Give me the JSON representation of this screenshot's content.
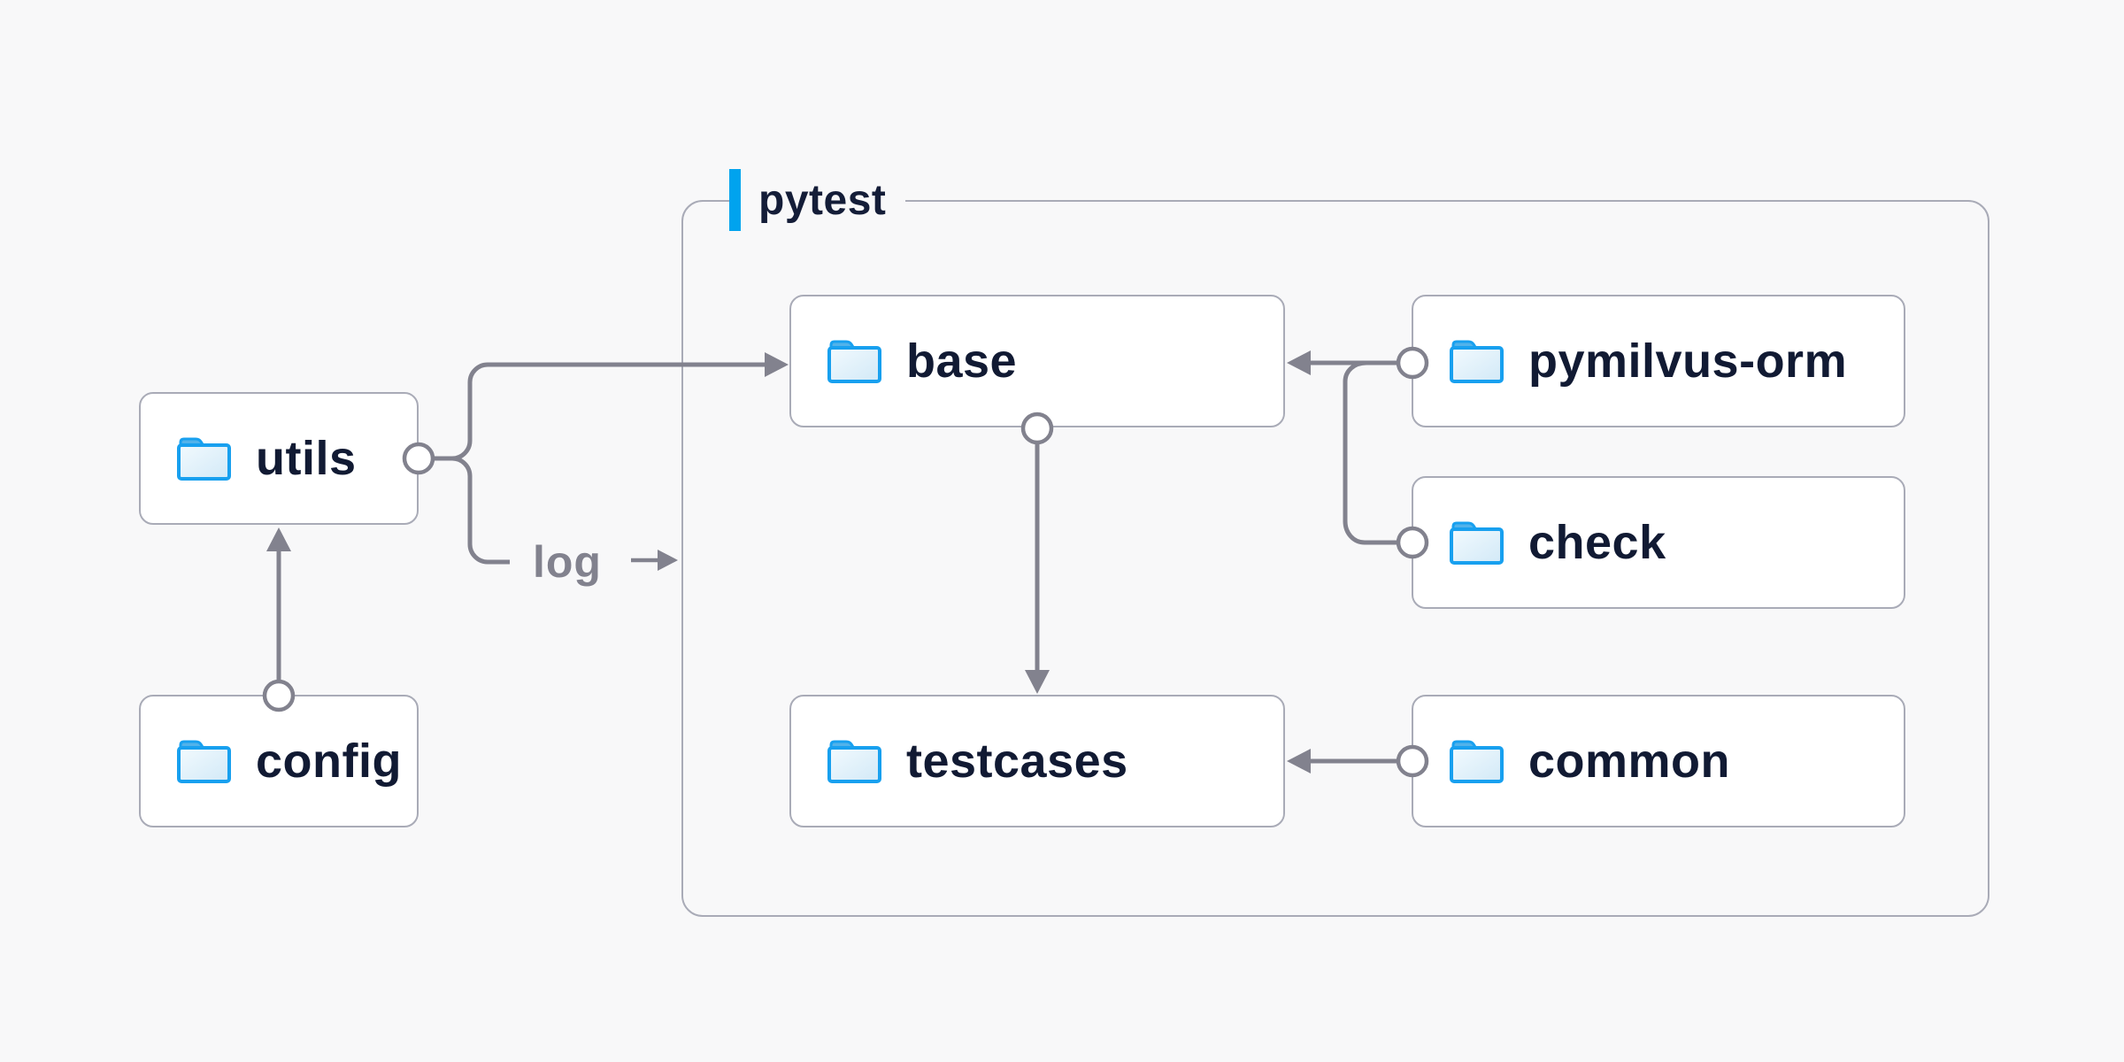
{
  "diagram": {
    "group": {
      "label": "pytest"
    },
    "log_label": "log",
    "nodes": [
      {
        "id": "utils",
        "label": "utils",
        "icon": "folder-icon"
      },
      {
        "id": "config",
        "label": "config",
        "icon": "folder-icon"
      },
      {
        "id": "base",
        "label": "base",
        "icon": "folder-icon"
      },
      {
        "id": "pymilvus-orm",
        "label": "pymilvus-orm",
        "icon": "folder-icon"
      },
      {
        "id": "check",
        "label": "check",
        "icon": "folder-icon"
      },
      {
        "id": "testcases",
        "label": "testcases",
        "icon": "folder-icon"
      },
      {
        "id": "common",
        "label": "common",
        "icon": "folder-icon"
      }
    ],
    "edges": [
      {
        "from": "config",
        "to": "utils"
      },
      {
        "from": "utils",
        "to": "base"
      },
      {
        "from": "utils",
        "to": "log"
      },
      {
        "from": "base",
        "to": "testcases"
      },
      {
        "from": "pymilvus-orm",
        "to": "base"
      },
      {
        "from": "check",
        "to": "base"
      },
      {
        "from": "common",
        "to": "testcases"
      }
    ],
    "colors": {
      "background": "#f8f8f9",
      "node_fill": "#ffffff",
      "node_border": "#a9abb7",
      "node_text": "#111a33",
      "connector": "#82828e",
      "accent_blue": "#00a3ee",
      "folder_outline": "#18a0ef",
      "folder_fill": "#ddeefa",
      "muted_label": "#82828e"
    }
  }
}
